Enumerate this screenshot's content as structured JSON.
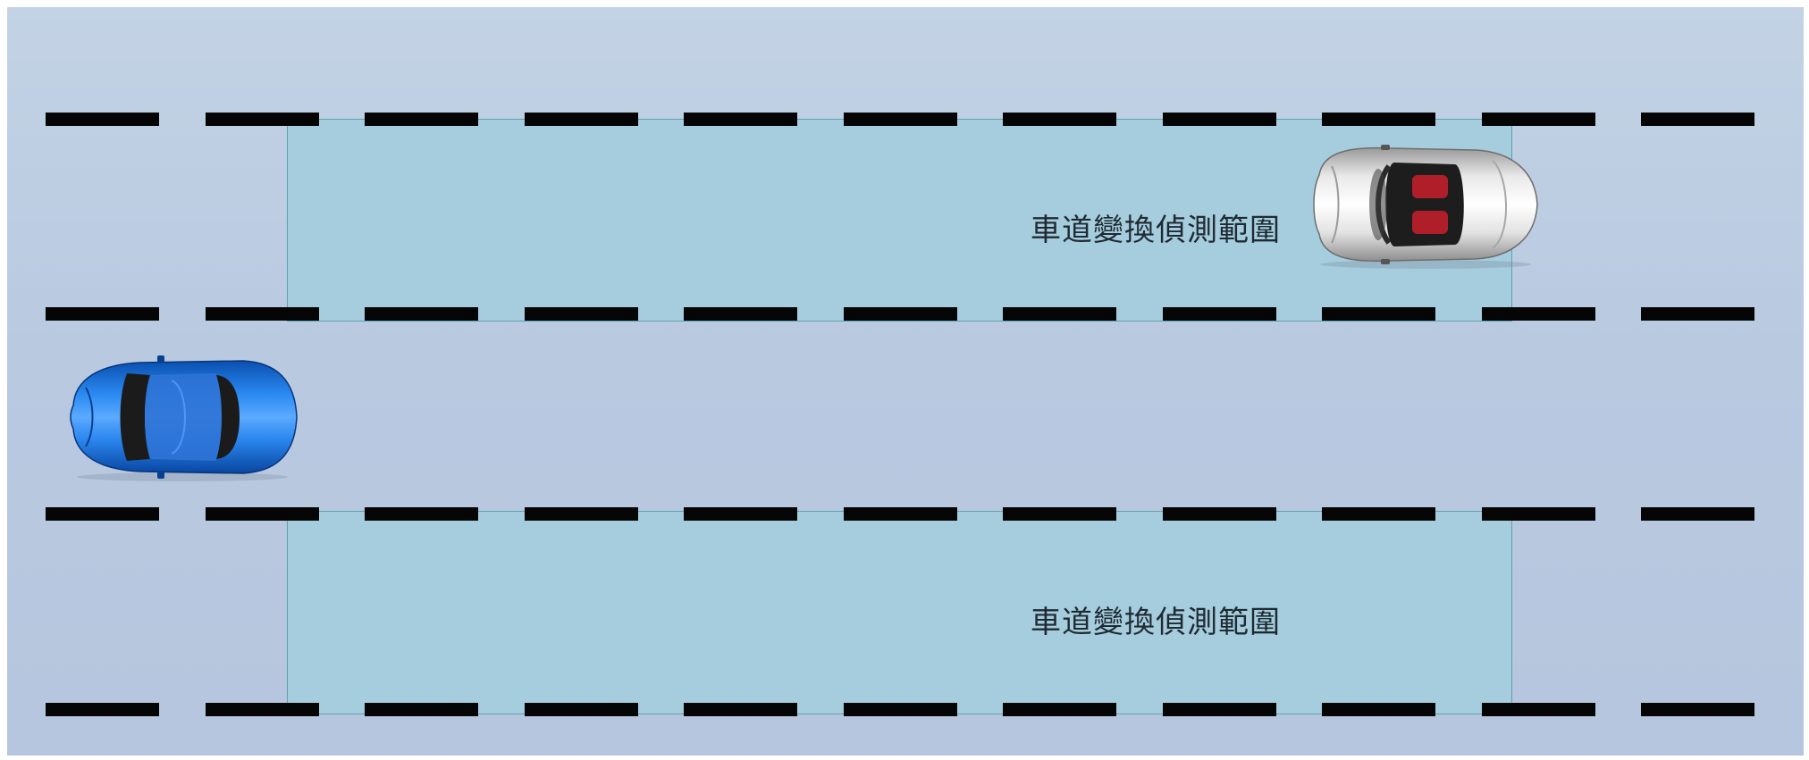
{
  "diagram": {
    "zones": [
      {
        "id": "top",
        "label": "車道變換偵測範圍"
      },
      {
        "id": "bottom",
        "label": "車道變換偵測範圍"
      }
    ],
    "vehicles": [
      {
        "id": "white-convertible",
        "color": "#c8c8c8",
        "interior_color": "#b01e2a"
      },
      {
        "id": "blue-sports-car",
        "color": "#1e78e6"
      }
    ],
    "lane_markings": {
      "style": "dashed",
      "color": "#050505",
      "count": 4
    },
    "colors": {
      "background": "#bccbe0",
      "detection_zone": "#a5cddd",
      "zone_border": "#5f9fb2"
    }
  }
}
